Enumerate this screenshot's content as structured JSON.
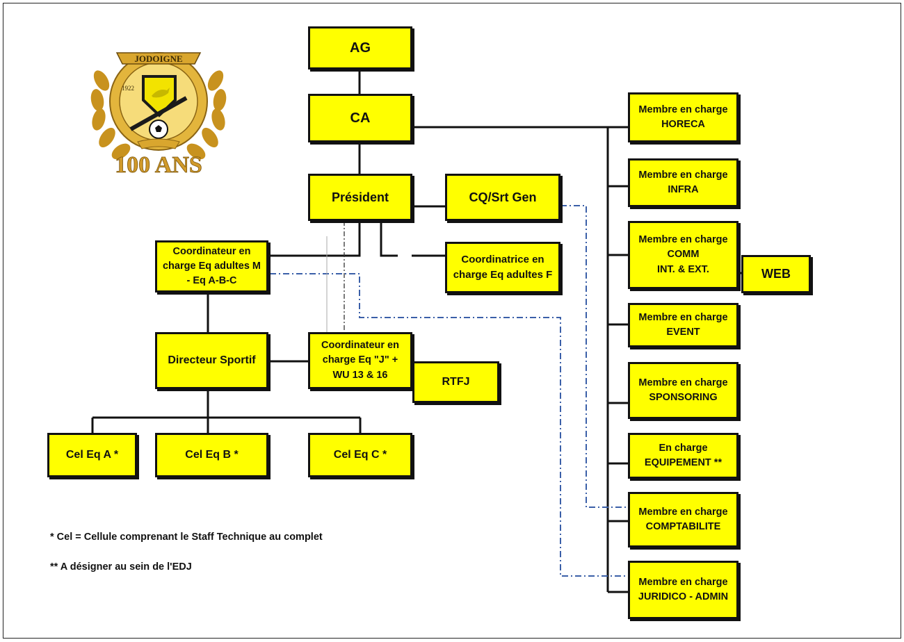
{
  "logo": {
    "banner": "JODOIGNE",
    "year": "1922",
    "anniversary": "100 ANS",
    "colors": {
      "gold": "#d9a62e",
      "laurel": "#c8921e",
      "bird": "#f2e300",
      "dark": "#1a1a1a"
    }
  },
  "colors": {
    "box": "#ffff00",
    "border": "#111111",
    "dashed_link": "#3a5fa8"
  },
  "boxes": {
    "ag": "AG",
    "ca": "CA",
    "president": "Président",
    "cq": "CQ/Srt Gen",
    "coord_m": "Coordinateur en\ncharge Eq adultes M\n- Eq A-B-C",
    "coord_f": "Coordinatrice en\ncharge Eq adultes F",
    "directeur": "Directeur Sportif",
    "coord_j": "Coordinateur en\ncharge Eq \"J\" +\nWU 13 & 16",
    "rtfj": "RTFJ",
    "cel_a": "Cel Eq A *",
    "cel_b": "Cel Eq B *",
    "cel_c": "Cel Eq C *",
    "horeca": "Membre en charge\nHORECA",
    "infra": "Membre en charge\nINFRA",
    "comm": "Membre en charge\nCOMM\nINT. & EXT.",
    "web": "WEB",
    "event": "Membre en charge\nEVENT",
    "sponsoring": "Membre en charge\nSPONSORING",
    "equipement": "En charge\nEQUIPEMENT **",
    "comptabilite": "Membre en charge\nCOMPTABILITE",
    "juridico": "Membre en charge\nJURIDICO - ADMIN"
  },
  "notes": {
    "note1": "* Cel = Cellule comprenant le Staff Technique au complet",
    "note2": "** A désigner au sein de l'EDJ"
  }
}
